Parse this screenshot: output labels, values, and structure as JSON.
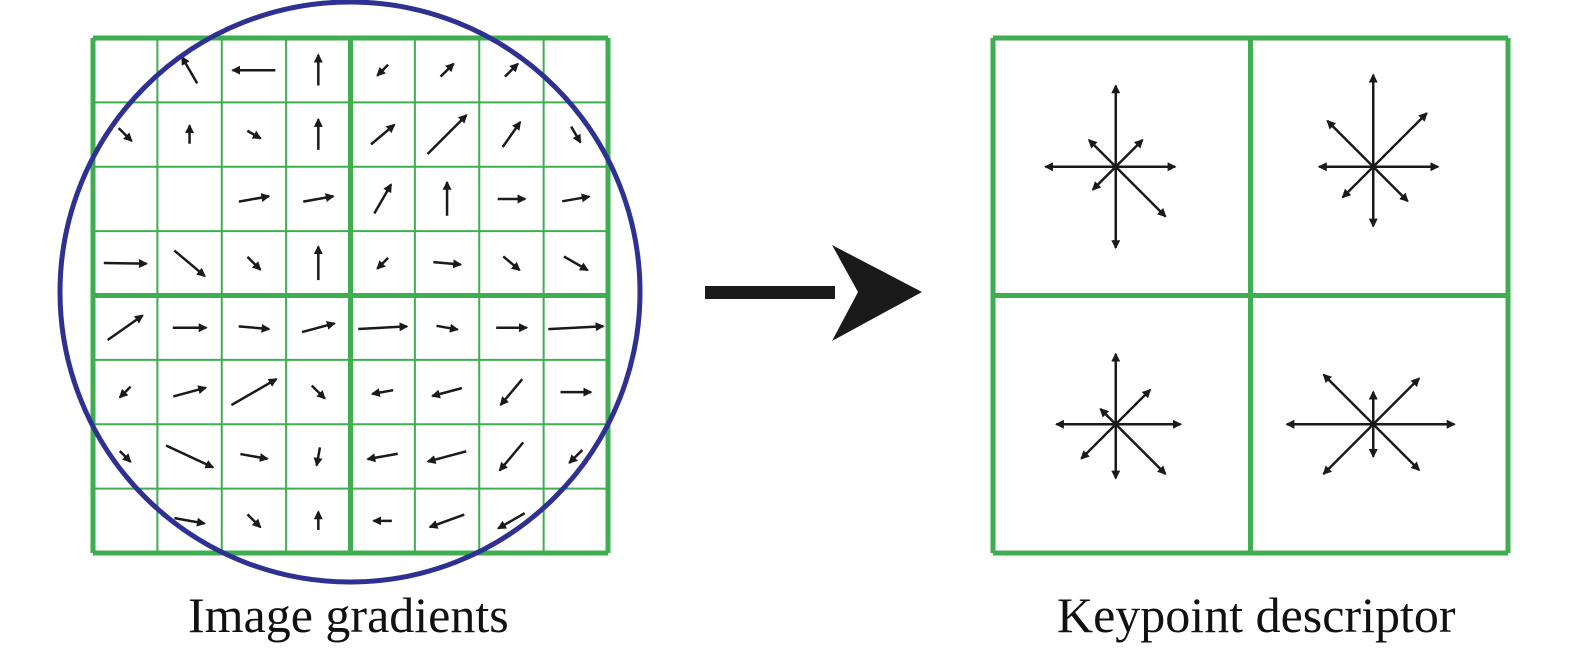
{
  "captions": {
    "left": "Image gradients",
    "right": "Keypoint descriptor"
  },
  "colors": {
    "grid": "#3fae50",
    "circle": "#2e3192",
    "arrow": "#1a1a1a"
  },
  "gradient_grid": {
    "rows": 8,
    "cols": 8,
    "block_size": 4,
    "gradients": [
      {
        "row": 0,
        "col": 1,
        "angle": -120,
        "magnitude": 0.5
      },
      {
        "row": 0,
        "col": 2,
        "angle": 180,
        "magnitude": 0.7
      },
      {
        "row": 0,
        "col": 3,
        "angle": -90,
        "magnitude": 0.5
      },
      {
        "row": 0,
        "col": 4,
        "angle": 135,
        "magnitude": 0.25
      },
      {
        "row": 0,
        "col": 5,
        "angle": -45,
        "magnitude": 0.3
      },
      {
        "row": 0,
        "col": 6,
        "angle": -45,
        "magnitude": 0.3
      },
      {
        "row": 1,
        "col": 0,
        "angle": 45,
        "magnitude": 0.3
      },
      {
        "row": 1,
        "col": 1,
        "angle": -90,
        "magnitude": 0.3
      },
      {
        "row": 1,
        "col": 2,
        "angle": 30,
        "magnitude": 0.25
      },
      {
        "row": 1,
        "col": 3,
        "angle": -90,
        "magnitude": 0.5
      },
      {
        "row": 1,
        "col": 4,
        "angle": -40,
        "magnitude": 0.5
      },
      {
        "row": 1,
        "col": 5,
        "angle": -45,
        "magnitude": 0.9
      },
      {
        "row": 1,
        "col": 6,
        "angle": -55,
        "magnitude": 0.5
      },
      {
        "row": 1,
        "col": 7,
        "angle": 60,
        "magnitude": 0.3
      },
      {
        "row": 2,
        "col": 2,
        "angle": -10,
        "magnitude": 0.5
      },
      {
        "row": 2,
        "col": 3,
        "angle": -10,
        "magnitude": 0.5
      },
      {
        "row": 2,
        "col": 4,
        "angle": -60,
        "magnitude": 0.55
      },
      {
        "row": 2,
        "col": 5,
        "angle": -90,
        "magnitude": 0.55
      },
      {
        "row": 2,
        "col": 6,
        "angle": 0,
        "magnitude": 0.45
      },
      {
        "row": 2,
        "col": 7,
        "angle": -10,
        "magnitude": 0.45
      },
      {
        "row": 3,
        "col": 0,
        "angle": 1,
        "magnitude": 0.7
      },
      {
        "row": 3,
        "col": 1,
        "angle": 40,
        "magnitude": 0.65
      },
      {
        "row": 3,
        "col": 2,
        "angle": 45,
        "magnitude": 0.3
      },
      {
        "row": 3,
        "col": 3,
        "angle": -90,
        "magnitude": 0.55
      },
      {
        "row": 3,
        "col": 4,
        "angle": 135,
        "magnitude": 0.25
      },
      {
        "row": 3,
        "col": 5,
        "angle": 5,
        "magnitude": 0.45
      },
      {
        "row": 3,
        "col": 6,
        "angle": 40,
        "magnitude": 0.35
      },
      {
        "row": 3,
        "col": 7,
        "angle": 30,
        "magnitude": 0.45
      },
      {
        "row": 4,
        "col": 0,
        "angle": -35,
        "magnitude": 0.7
      },
      {
        "row": 4,
        "col": 1,
        "angle": 0,
        "magnitude": 0.55
      },
      {
        "row": 4,
        "col": 2,
        "angle": 5,
        "magnitude": 0.5
      },
      {
        "row": 4,
        "col": 3,
        "angle": -15,
        "magnitude": 0.55
      },
      {
        "row": 4,
        "col": 4,
        "angle": -3,
        "magnitude": 0.8
      },
      {
        "row": 4,
        "col": 5,
        "angle": 10,
        "magnitude": 0.35
      },
      {
        "row": 4,
        "col": 6,
        "angle": 0,
        "magnitude": 0.5
      },
      {
        "row": 4,
        "col": 7,
        "angle": -3,
        "magnitude": 0.9
      },
      {
        "row": 5,
        "col": 0,
        "angle": 135,
        "magnitude": 0.25
      },
      {
        "row": 5,
        "col": 1,
        "angle": -15,
        "magnitude": 0.55
      },
      {
        "row": 5,
        "col": 2,
        "angle": -30,
        "magnitude": 0.85
      },
      {
        "row": 5,
        "col": 3,
        "angle": 45,
        "magnitude": 0.3
      },
      {
        "row": 5,
        "col": 4,
        "angle": 170,
        "magnitude": 0.35
      },
      {
        "row": 5,
        "col": 5,
        "angle": 165,
        "magnitude": 0.5
      },
      {
        "row": 5,
        "col": 6,
        "angle": 130,
        "magnitude": 0.55
      },
      {
        "row": 5,
        "col": 7,
        "angle": 0,
        "magnitude": 0.5
      },
      {
        "row": 6,
        "col": 0,
        "angle": 45,
        "magnitude": 0.25
      },
      {
        "row": 6,
        "col": 1,
        "angle": 25,
        "magnitude": 0.85
      },
      {
        "row": 6,
        "col": 2,
        "angle": 10,
        "magnitude": 0.45
      },
      {
        "row": 6,
        "col": 3,
        "angle": 100,
        "magnitude": 0.3
      },
      {
        "row": 6,
        "col": 4,
        "angle": 170,
        "magnitude": 0.5
      },
      {
        "row": 6,
        "col": 5,
        "angle": 165,
        "magnitude": 0.65
      },
      {
        "row": 6,
        "col": 6,
        "angle": 130,
        "magnitude": 0.6
      },
      {
        "row": 6,
        "col": 7,
        "angle": 135,
        "magnitude": 0.3
      },
      {
        "row": 7,
        "col": 1,
        "angle": 10,
        "magnitude": 0.5
      },
      {
        "row": 7,
        "col": 2,
        "angle": 45,
        "magnitude": 0.3
      },
      {
        "row": 7,
        "col": 3,
        "angle": -90,
        "magnitude": 0.3
      },
      {
        "row": 7,
        "col": 4,
        "angle": 180,
        "magnitude": 0.3
      },
      {
        "row": 7,
        "col": 5,
        "angle": 160,
        "magnitude": 0.6
      },
      {
        "row": 7,
        "col": 6,
        "angle": 150,
        "magnitude": 0.5
      }
    ]
  },
  "descriptor": {
    "cells": [
      {
        "name": "top-left",
        "magnitudes": [
          0.55,
          0.35,
          0.75,
          0.35,
          0.65,
          0.3,
          0.75,
          0.65
        ]
      },
      {
        "name": "top-right",
        "magnitudes": [
          0.6,
          0.7,
          0.85,
          0.6,
          0.5,
          0.4,
          0.55,
          0.45
        ]
      },
      {
        "name": "bottom-left",
        "magnitudes": [
          0.6,
          0.45,
          0.65,
          0.2,
          0.55,
          0.45,
          0.5,
          0.65
        ]
      },
      {
        "name": "bottom-right",
        "magnitudes": [
          0.75,
          0.6,
          0.3,
          0.65,
          0.8,
          0.65,
          0.3,
          0.6
        ]
      }
    ]
  }
}
